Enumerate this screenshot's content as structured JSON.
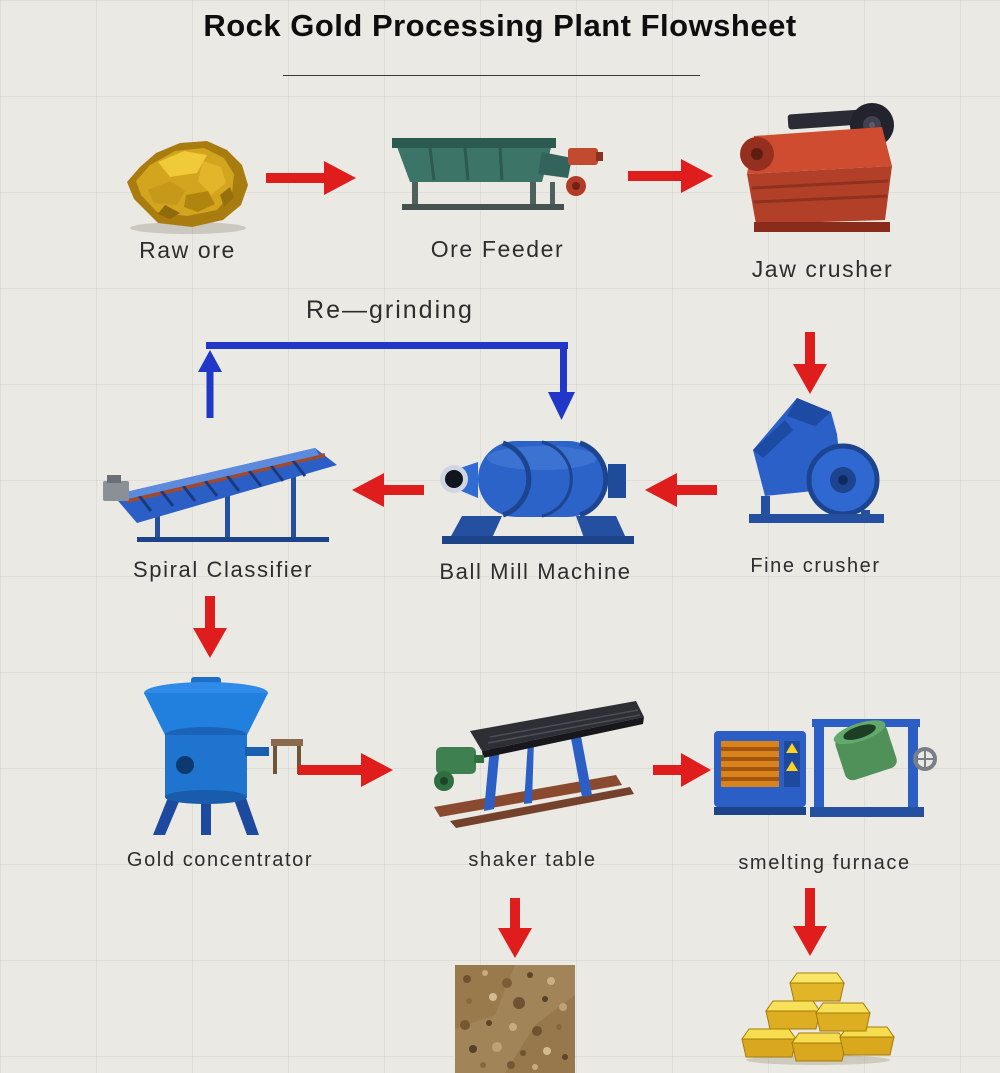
{
  "title": "Rock Gold Processing Plant Flowsheet",
  "flow": {
    "regrinding_label": "Re—grinding",
    "nodes": {
      "raw_ore": {
        "label": "Raw ore"
      },
      "ore_feeder": {
        "label": "Ore Feeder"
      },
      "jaw_crusher": {
        "label": "Jaw crusher"
      },
      "fine_crusher": {
        "label": "Fine crusher"
      },
      "ball_mill": {
        "label": "Ball Mill Machine"
      },
      "spiral_classifier": {
        "label": "Spiral Classifier"
      },
      "gold_concentrator": {
        "label": "Gold concentrator"
      },
      "shaker_table": {
        "label": "shaker table"
      },
      "smelting_furnace": {
        "label": "smelting furnace"
      },
      "gold_concentrate_photo": {
        "label": ""
      },
      "gold_bars_photo": {
        "label": ""
      }
    },
    "connections": [
      {
        "from": "raw_ore",
        "to": "ore_feeder",
        "style": "red-arrow"
      },
      {
        "from": "ore_feeder",
        "to": "jaw_crusher",
        "style": "red-arrow"
      },
      {
        "from": "jaw_crusher",
        "to": "fine_crusher",
        "style": "red-arrow"
      },
      {
        "from": "fine_crusher",
        "to": "ball_mill",
        "style": "red-arrow"
      },
      {
        "from": "ball_mill",
        "to": "spiral_classifier",
        "style": "red-arrow"
      },
      {
        "from": "spiral_classifier",
        "to": "ball_mill",
        "style": "blue-arrow",
        "label": "Re—grinding"
      },
      {
        "from": "spiral_classifier",
        "to": "gold_concentrator",
        "style": "red-arrow"
      },
      {
        "from": "gold_concentrator",
        "to": "shaker_table",
        "style": "red-arrow"
      },
      {
        "from": "shaker_table",
        "to": "smelting_furnace",
        "style": "red-arrow"
      },
      {
        "from": "shaker_table",
        "to": "gold_concentrate_photo",
        "style": "red-arrow"
      },
      {
        "from": "smelting_furnace",
        "to": "gold_bars_photo",
        "style": "red-arrow"
      }
    ]
  },
  "colors": {
    "background": "#ebe9e4",
    "arrow_red": "#e01d1d",
    "arrow_blue": "#2137c8",
    "title_text": "#0e0e0e",
    "label_text": "#2d2d2d"
  }
}
